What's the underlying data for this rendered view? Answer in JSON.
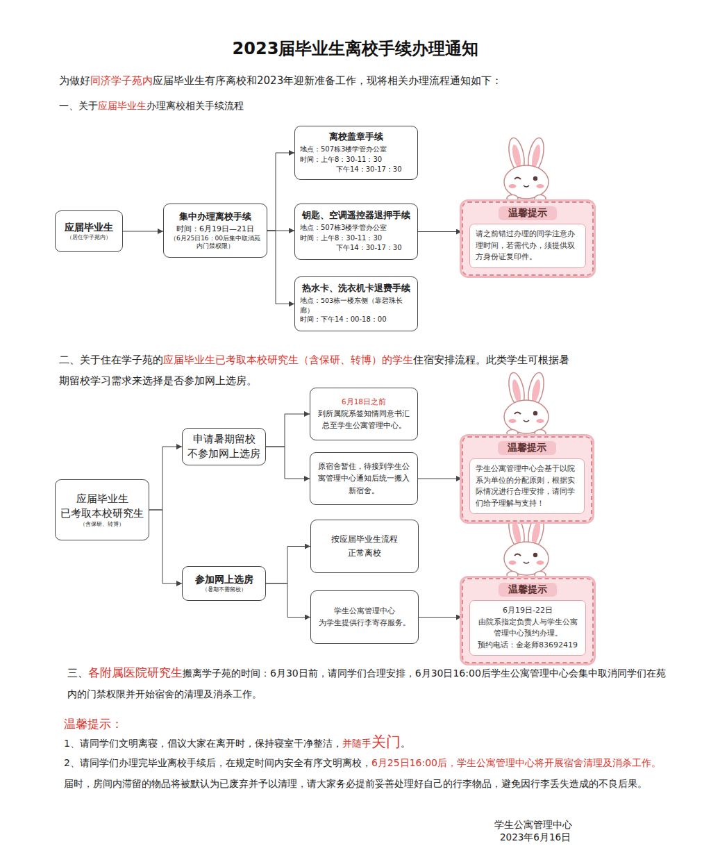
{
  "diagram": {
    "title": "2023届毕业生离校手续办理通知",
    "nodes": [
      {
        "text": [
          "应届毕业生",
          "（居住学子苑内）"
        ]
      },
      {
        "text": [
          "集中办理离校手续",
          "时间：6月19日—21日",
          "（6月25日16：00后集中取消苑内门禁权限）"
        ]
      },
      {
        "text": [
          "离校盖章手续",
          "地点：507栋3楼学管办公室",
          "时间：上午8：30-11：30 下午14：30-17：30"
        ]
      },
      {
        "text": [
          "钥匙、空调遥控器退押手续",
          "地点：507栋3楼学管办公室",
          "时间：上午8：30-11：30 下午14：30-17：30"
        ]
      },
      {
        "text": [
          "热水卡、洗衣机卡退费手续",
          "地点：503栋一楼东侧（靠碧珠长廊）",
          "时间：下午14：00-18：00"
        ]
      },
      {
        "text": [
          "温馨提示",
          "请之前错过办理的同学注意办理时间，若需代办，须提供双方身份证复印件。"
        ]
      },
      {
        "text": [
          "应届毕业生 已考取本校研究生",
          "（含保研、转博）"
        ]
      },
      {
        "text": [
          "申请暑期留校 不参加网上选房"
        ]
      },
      {
        "text": [
          "6月18日之前",
          "到所属院系签知情同意书汇总至学生公寓管理中心。"
        ]
      },
      {
        "text": [
          "原宿舍暂住，待接到学生公寓管理中心通知后统一搬入新宿舍。"
        ]
      },
      {
        "text": [
          "温馨提示",
          "学生公寓管理中心会基于以院系为单位的分配原则，根据实际情况进行合理安排，请同学们给予理解与支持！"
        ]
      },
      {
        "text": [
          "参加网上选房",
          "（暑期不需留校）"
        ]
      },
      {
        "text": [
          "按应届毕业生流程 正常离校"
        ]
      },
      {
        "text": [
          "学生公寓管理中心 为学生提供行李寄存服务。"
        ]
      },
      {
        "text": [
          "温馨提示",
          "6月19日-22日",
          "由院系指定负责人与学生公寓管理中心预约办理。",
          "预约电话：金老师83692419"
        ]
      }
    ],
    "edges": [
      {
        "from": 0,
        "to": 1,
        "arrow": "to"
      },
      {
        "from": 1,
        "to": 2,
        "arrow": "to"
      },
      {
        "from": 1,
        "to": 3,
        "arrow": "to"
      },
      {
        "from": 1,
        "to": 4,
        "arrow": "to"
      },
      {
        "from": 3,
        "to": 5,
        "arrow": "to"
      },
      {
        "from": 6,
        "to": 7,
        "arrow": "to"
      },
      {
        "from": 6,
        "to": 11,
        "arrow": "to"
      },
      {
        "from": 7,
        "to": 8,
        "arrow": "to"
      },
      {
        "from": 7,
        "to": 9,
        "arrow": "to"
      },
      {
        "from": 9,
        "to": 10,
        "arrow": "to"
      },
      {
        "from": 11,
        "to": 12,
        "arrow": "to"
      },
      {
        "from": 11,
        "to": 13,
        "arrow": "to"
      },
      {
        "from": 13,
        "to": 14,
        "arrow": "to"
      }
    ],
    "labels": [
      "为做好",
      "同济学子苑内",
      "应届毕业生有序离校和2023年迎新准备工作，现将相关办理流程通知如下：",
      "一、关于",
      "应届毕业生",
      "办理离校相关手续流程",
      "二、关于住在学子苑的",
      "应届毕业生已考取本校研究生（含保研、转博）的学生",
      "住宿安排流程。此类学生可根据暑期留校学习需求来选择是否参加网上选房。",
      "三、",
      "各附属医院研究生",
      "搬离学子苑的时间：6月30日前，请同学们合理安排，6月30日16:00后学生公寓管理中心会集中取消同学们在苑内的门禁权限并开始宿舍的清理及消杀工作。",
      "温馨提示：",
      "1、请同学们文明离寝，倡议大家在离开时，保持寝室干净整洁，",
      "并随手",
      "关门",
      "。",
      "2、请同学们办理完毕业离校手续后，在规定时间内安全有序文明离校，",
      "6月25日16:00后，学生公寓管理中心将开展宿舍清理及消杀工作。",
      "届时，房间内滞留的物品将被默认为已废弃并予以清理，请大家务必提前妥善处理好自己的行李物品，避免因行李丢失造成的不良后果。",
      "学生公寓管理中心",
      "2023年6月16日"
    ]
  }
}
